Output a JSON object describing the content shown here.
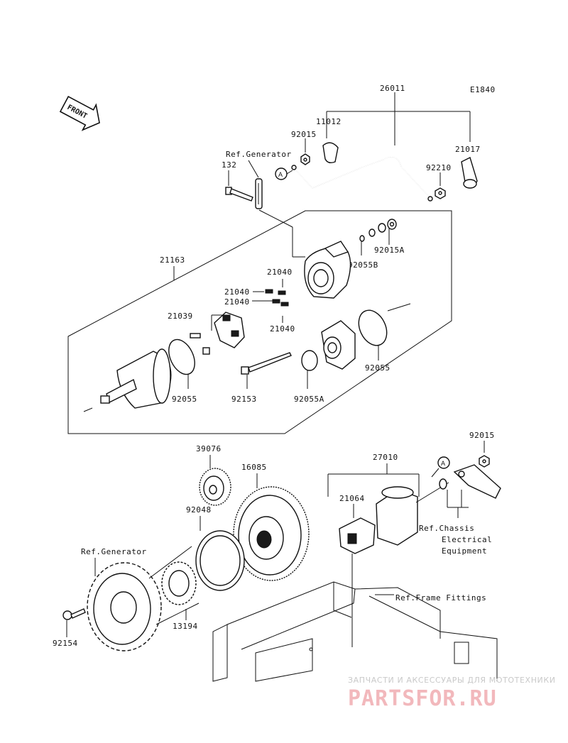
{
  "diagram_code": "E1840",
  "front_label": "FRONT",
  "callout_letter": "A",
  "parts": {
    "p26011": "26011",
    "p11012": "11012",
    "p92015_top": "92015",
    "p21017": "21017",
    "p92210": "92210",
    "p92015a": "92015A",
    "p92055b": "92055B",
    "p132": "132",
    "p21163": "21163",
    "p21040_a": "21040",
    "p21040_b": "21040",
    "p21040_c": "21040",
    "p21040_d": "21040",
    "p21039": "21039",
    "p92055_left": "92055",
    "p92153": "92153",
    "p92055a": "92055A",
    "p92055_right": "92055",
    "p39076": "39076",
    "p16085": "16085",
    "p92048": "92048",
    "p13194": "13194",
    "p92154": "92154",
    "p27010": "27010",
    "p21064": "21064",
    "p92015_right": "92015"
  },
  "references": {
    "generator_top": "Ref.Generator",
    "generator_bottom": "Ref.Generator",
    "chassis_line1": "Ref.Chassis",
    "chassis_line2": "Electrical",
    "chassis_line3": "Equipment",
    "frame": "Ref.Frame Fittings"
  },
  "watermark": {
    "tagline": "ЗАПЧАСТИ И АКСЕССУАРЫ ДЛЯ МОТОТЕХНИКИ",
    "brand": "PARTSFOR.RU",
    "brand_color": "#f2b8bc"
  }
}
